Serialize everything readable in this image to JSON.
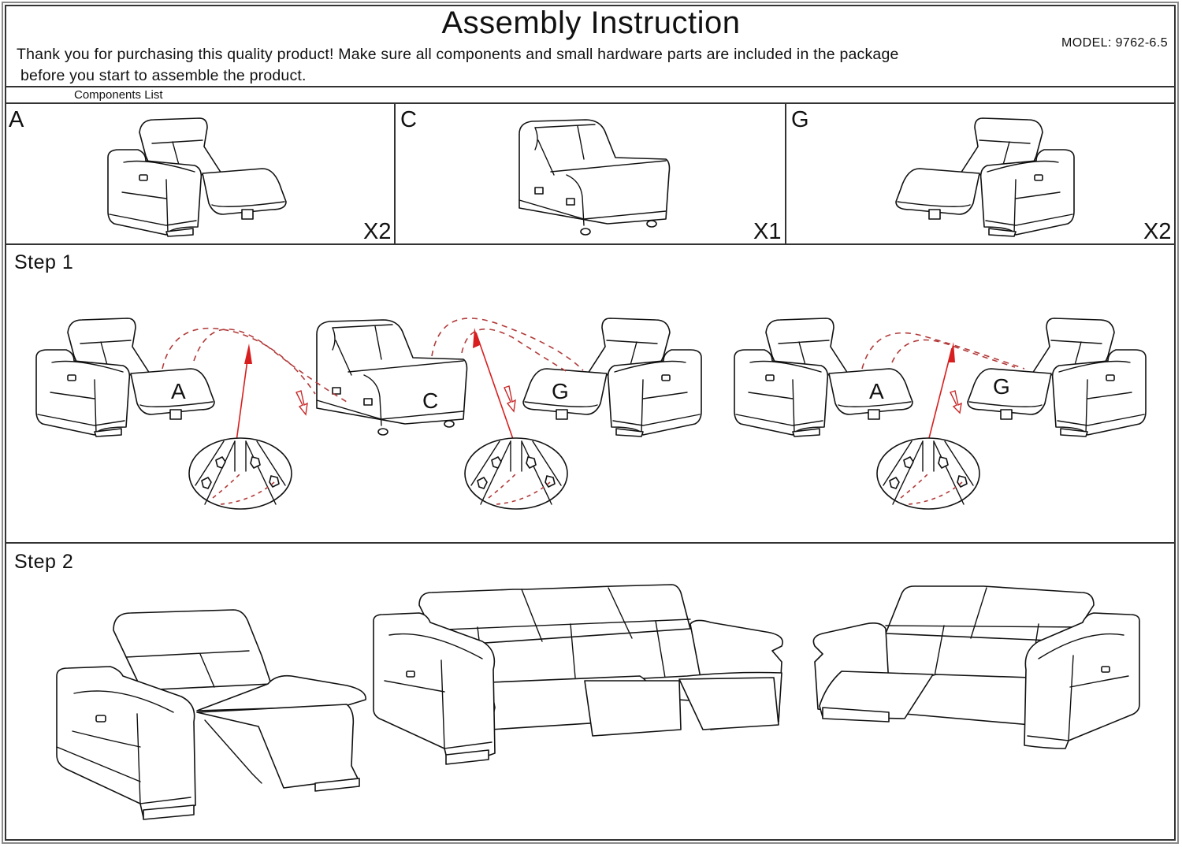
{
  "header": {
    "title": "Assembly Instruction",
    "intro_line1": "Thank you for purchasing this quality product! Make sure all components and small hardware parts are included in the package",
    "intro_line2": "before you start to assemble the product.",
    "model": "MODEL: 9762-6.5"
  },
  "components": {
    "heading": "Components List",
    "items": [
      {
        "letter": "A",
        "quantity": "X2",
        "description": "left-arm power recliner seat"
      },
      {
        "letter": "C",
        "quantity": "X1",
        "description": "armless middle seat"
      },
      {
        "letter": "G",
        "quantity": "X2",
        "description": "right-arm power recliner seat"
      }
    ]
  },
  "steps": [
    {
      "label": "Step 1",
      "groups": [
        {
          "pieces": [
            "A",
            "C",
            "G"
          ]
        },
        {
          "pieces": [
            "A",
            "G"
          ]
        }
      ]
    },
    {
      "label": "Step 2",
      "results": [
        "recliner chair",
        "3-seat sofa",
        "loveseat"
      ]
    }
  ],
  "colors": {
    "line": "#111111",
    "frame": "#333333",
    "arrow": "#d81e1e",
    "dashed_path": "#b23a3a"
  }
}
